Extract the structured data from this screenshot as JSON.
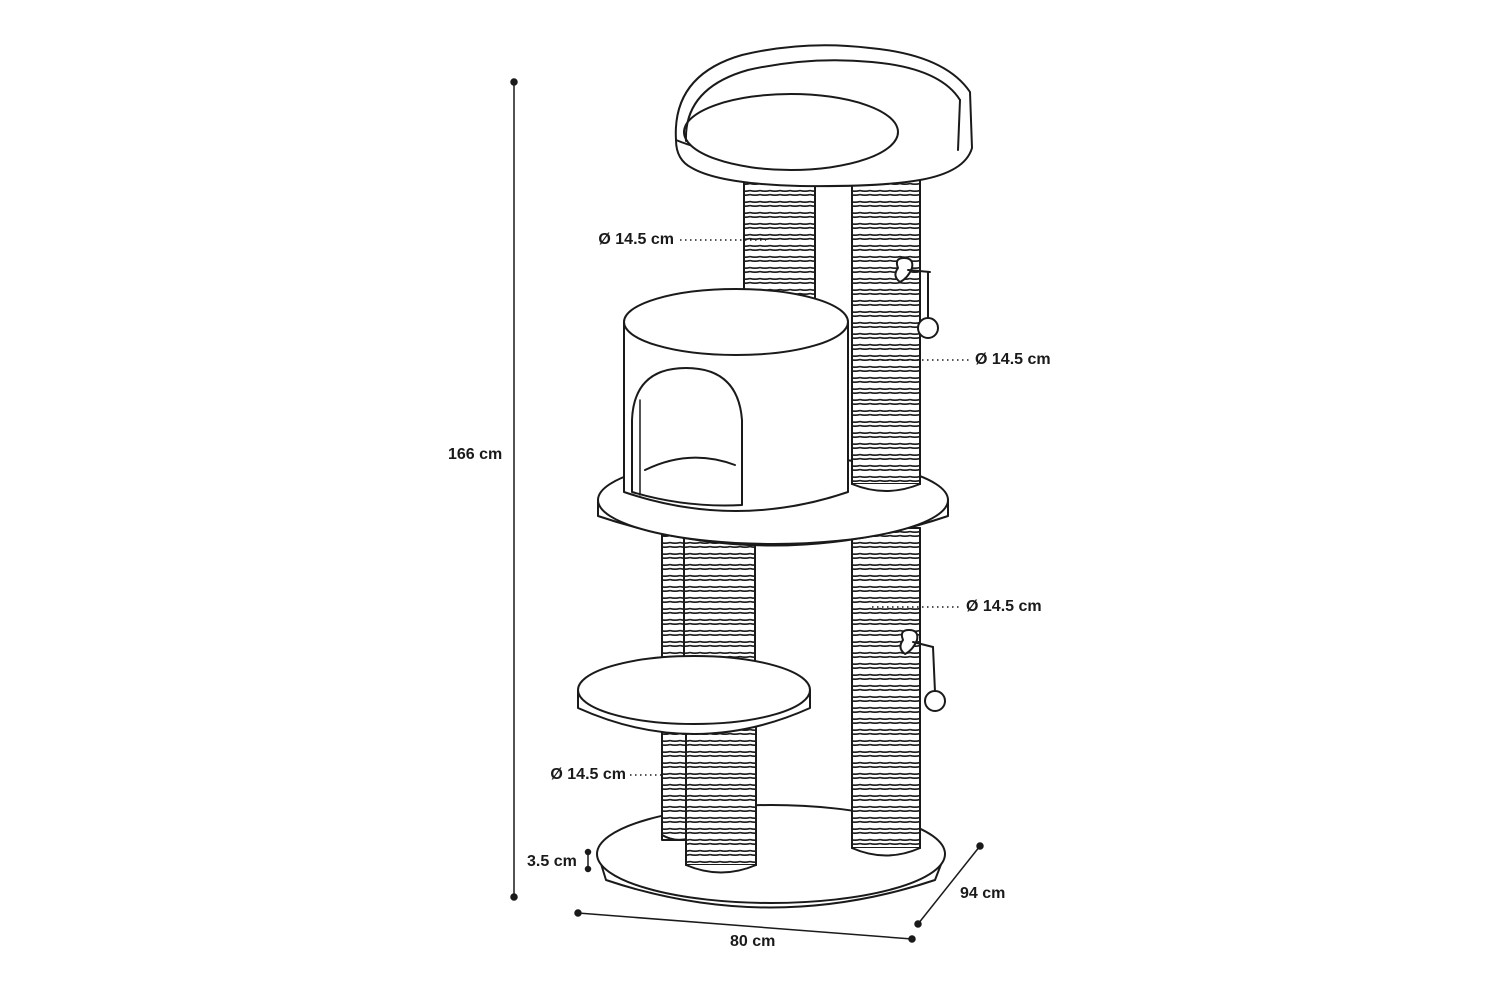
{
  "dimensions": {
    "height": "166 cm",
    "width": "80 cm",
    "depth": "94 cm",
    "base_thickness": "3.5 cm"
  },
  "post_diameters": {
    "top_left": "Ø 14.5 cm",
    "top_right": "Ø 14.5 cm",
    "middle_right": "Ø 14.5 cm",
    "bottom_left": "Ø 14.5 cm"
  },
  "colors": {
    "line": "#1a1a1a",
    "fill": "#ffffff"
  }
}
